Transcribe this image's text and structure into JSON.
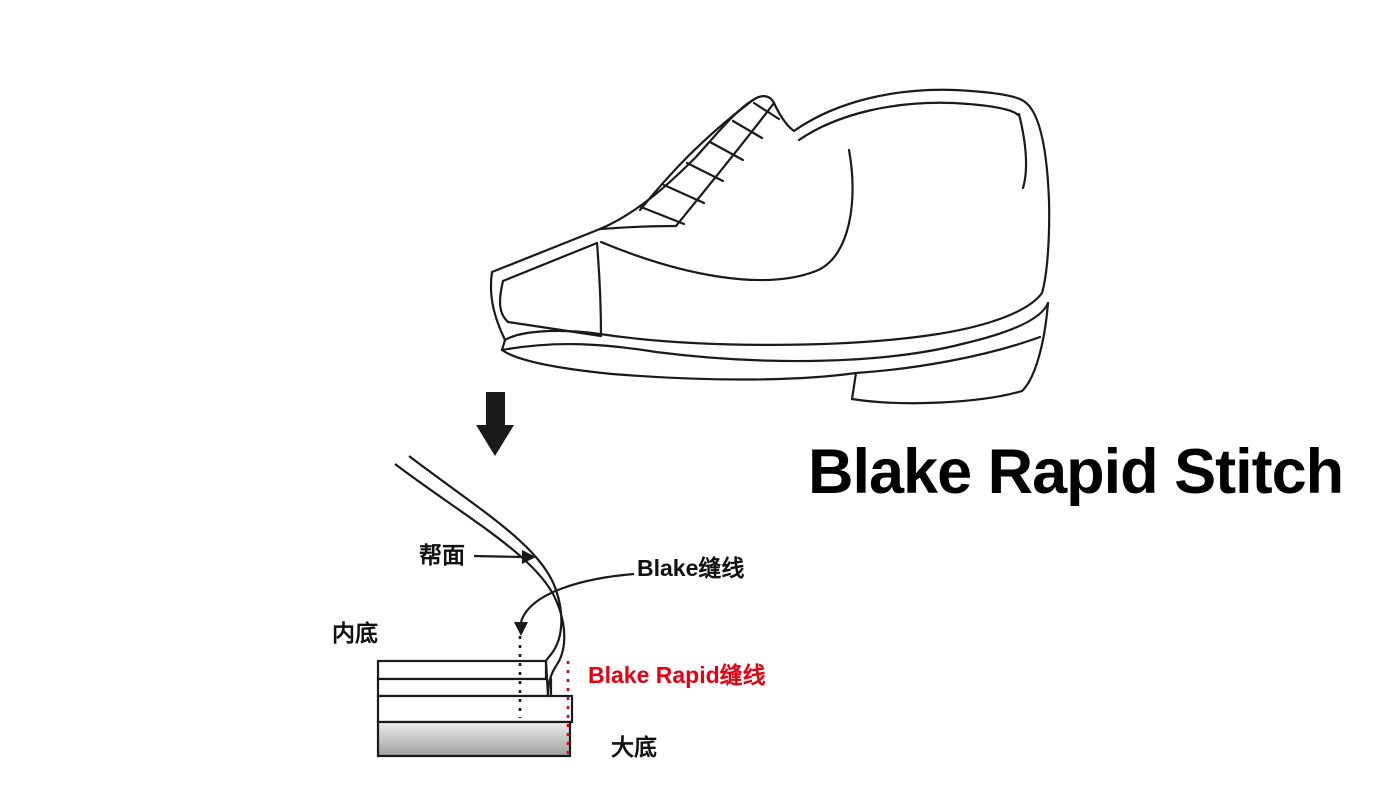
{
  "title": "Blake Rapid Stitch",
  "cross_section": {
    "labels": {
      "upper": "帮面",
      "insole": "内底",
      "outsole": "大底",
      "blake_stitch": "Blake缝线",
      "blake_rapid_stitch": "Blake Rapid缝线"
    }
  },
  "colors": {
    "line": "#1a1a1a",
    "highlight_red": "#e60012",
    "outsole_top": "#ededed",
    "outsole_bottom": "#9e9e9e"
  }
}
